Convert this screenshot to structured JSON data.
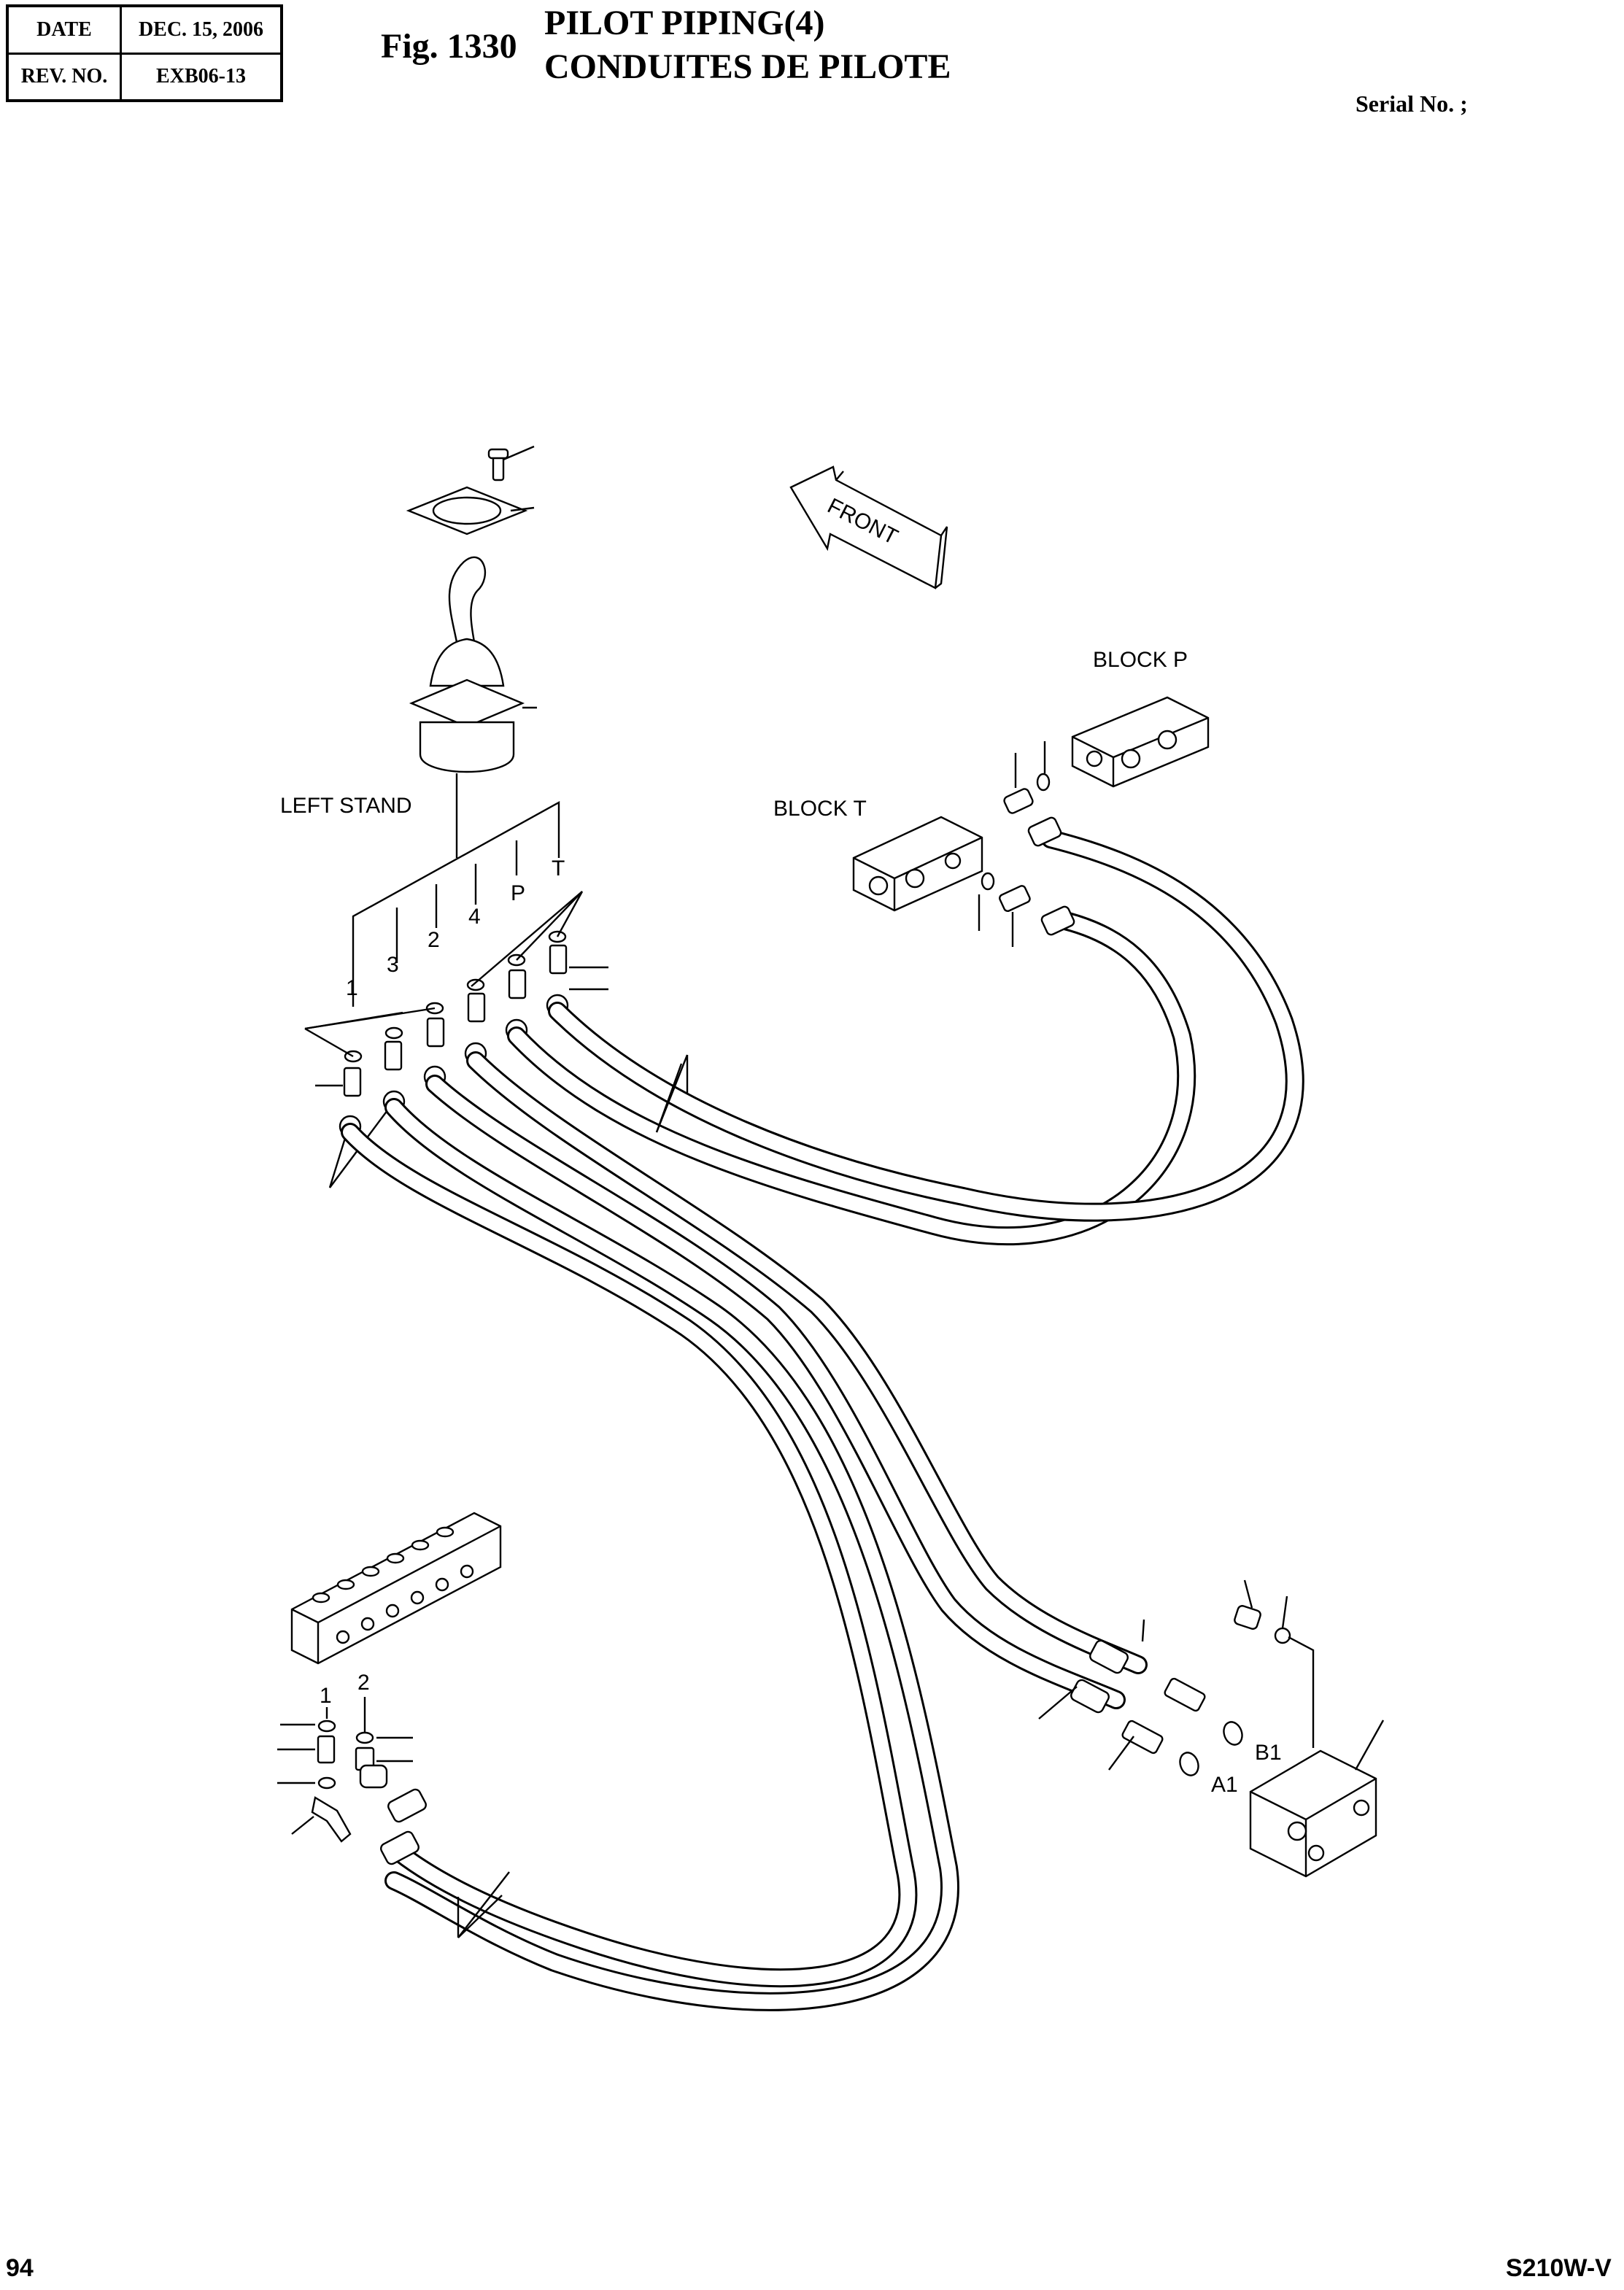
{
  "header": {
    "date_label": "DATE",
    "date_value": "DEC. 15, 2006",
    "rev_label": "REV. NO.",
    "rev_value": "EXB06-13"
  },
  "figure": {
    "number": "Fig. 1330",
    "title_en": "PILOT PIPING(4)",
    "title_fr": "CONDUITES DE PILOTE",
    "serial": "Serial No. ;"
  },
  "labels": {
    "front": "FRONT",
    "block_p": "BLOCK P",
    "block_t": "BLOCK T",
    "left_stand": "LEFT STAND",
    "port_1": "1",
    "port_2": "2",
    "port_3": "3",
    "port_4": "4",
    "port_p": "P",
    "port_t": "T",
    "lower_1": "1",
    "lower_2": "2",
    "port_a1": "A1",
    "port_b1": "B1"
  },
  "footer": {
    "page": "94",
    "model": "S210W-V"
  }
}
